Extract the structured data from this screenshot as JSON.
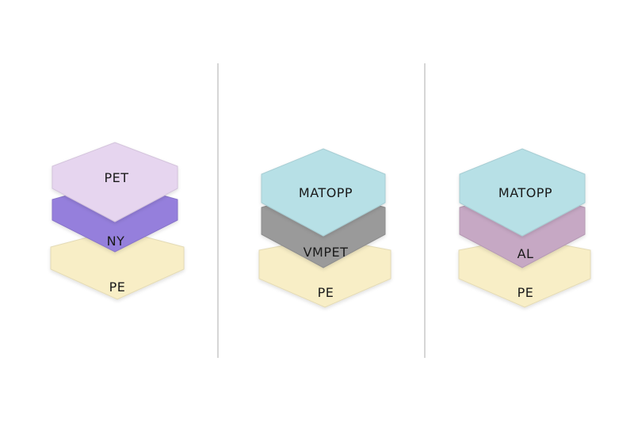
{
  "colors": {
    "PET": "#e6d5ef",
    "NY": "#957fdc",
    "PE": "#f8eec6",
    "MATOPP": "#b7e0e6",
    "VMPET": "#9a9a9a",
    "AL": "#c6a8c4",
    "divider": "#d6d6d6"
  },
  "stacks": [
    {
      "layers": [
        "PE",
        "NY",
        "PET"
      ]
    },
    {
      "layers": [
        "PE",
        "VMPET",
        "MATOPP"
      ]
    },
    {
      "layers": [
        "PE",
        "AL",
        "MATOPP"
      ]
    }
  ]
}
